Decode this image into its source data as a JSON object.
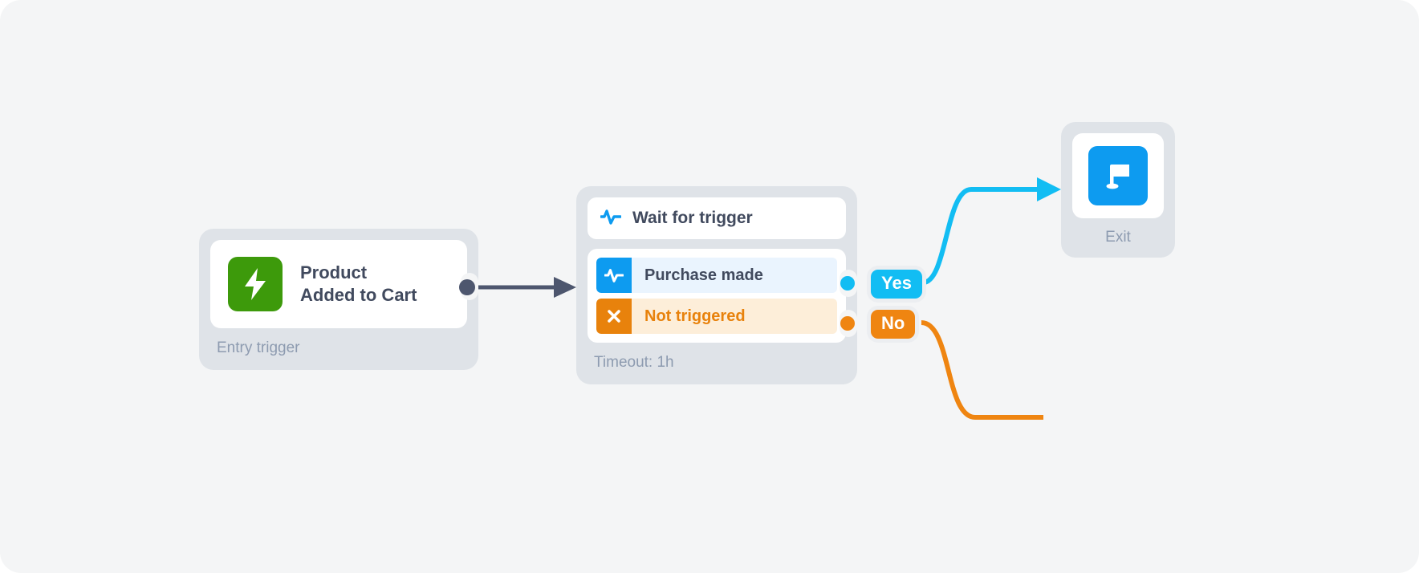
{
  "canvas": {
    "background": "#f4f5f6"
  },
  "entry_node": {
    "title": "Product\nAdded to Cart",
    "footer": "Entry trigger",
    "icon": "lightning-bolt-icon",
    "icon_color": "#3d9a0b",
    "port_color": "#4d566e"
  },
  "wait_node": {
    "header": {
      "label": "Wait for trigger",
      "icon": "activity-pulse-icon",
      "icon_color": "#0d9bf0"
    },
    "conditions": [
      {
        "label": "Purchase made",
        "icon": "activity-pulse-icon",
        "icon_color": "#0d9bf0",
        "row_color": "#eaf4fe",
        "text_color": "#414a5e",
        "branch": "Yes",
        "branch_color": "#12bdf3"
      },
      {
        "label": "Not triggered",
        "icon": "close-x-icon",
        "icon_color": "#e8820c",
        "row_color": "#fdeed9",
        "text_color": "#e8820c",
        "branch": "No",
        "branch_color": "#ef8511"
      }
    ],
    "footer": "Timeout: 1h"
  },
  "exit_node": {
    "label": "Exit",
    "icon": "flag-icon",
    "icon_color": "#0d9bf0"
  },
  "edges": [
    {
      "from": "entry_node",
      "to": "wait_node",
      "color": "#4d566e",
      "arrow": true
    },
    {
      "from": "branch_yes",
      "to": "exit_node",
      "color": "#12bdf3",
      "arrow": true
    },
    {
      "from": "branch_no",
      "to": "",
      "color": "#ef8511",
      "arrow": false
    }
  ]
}
